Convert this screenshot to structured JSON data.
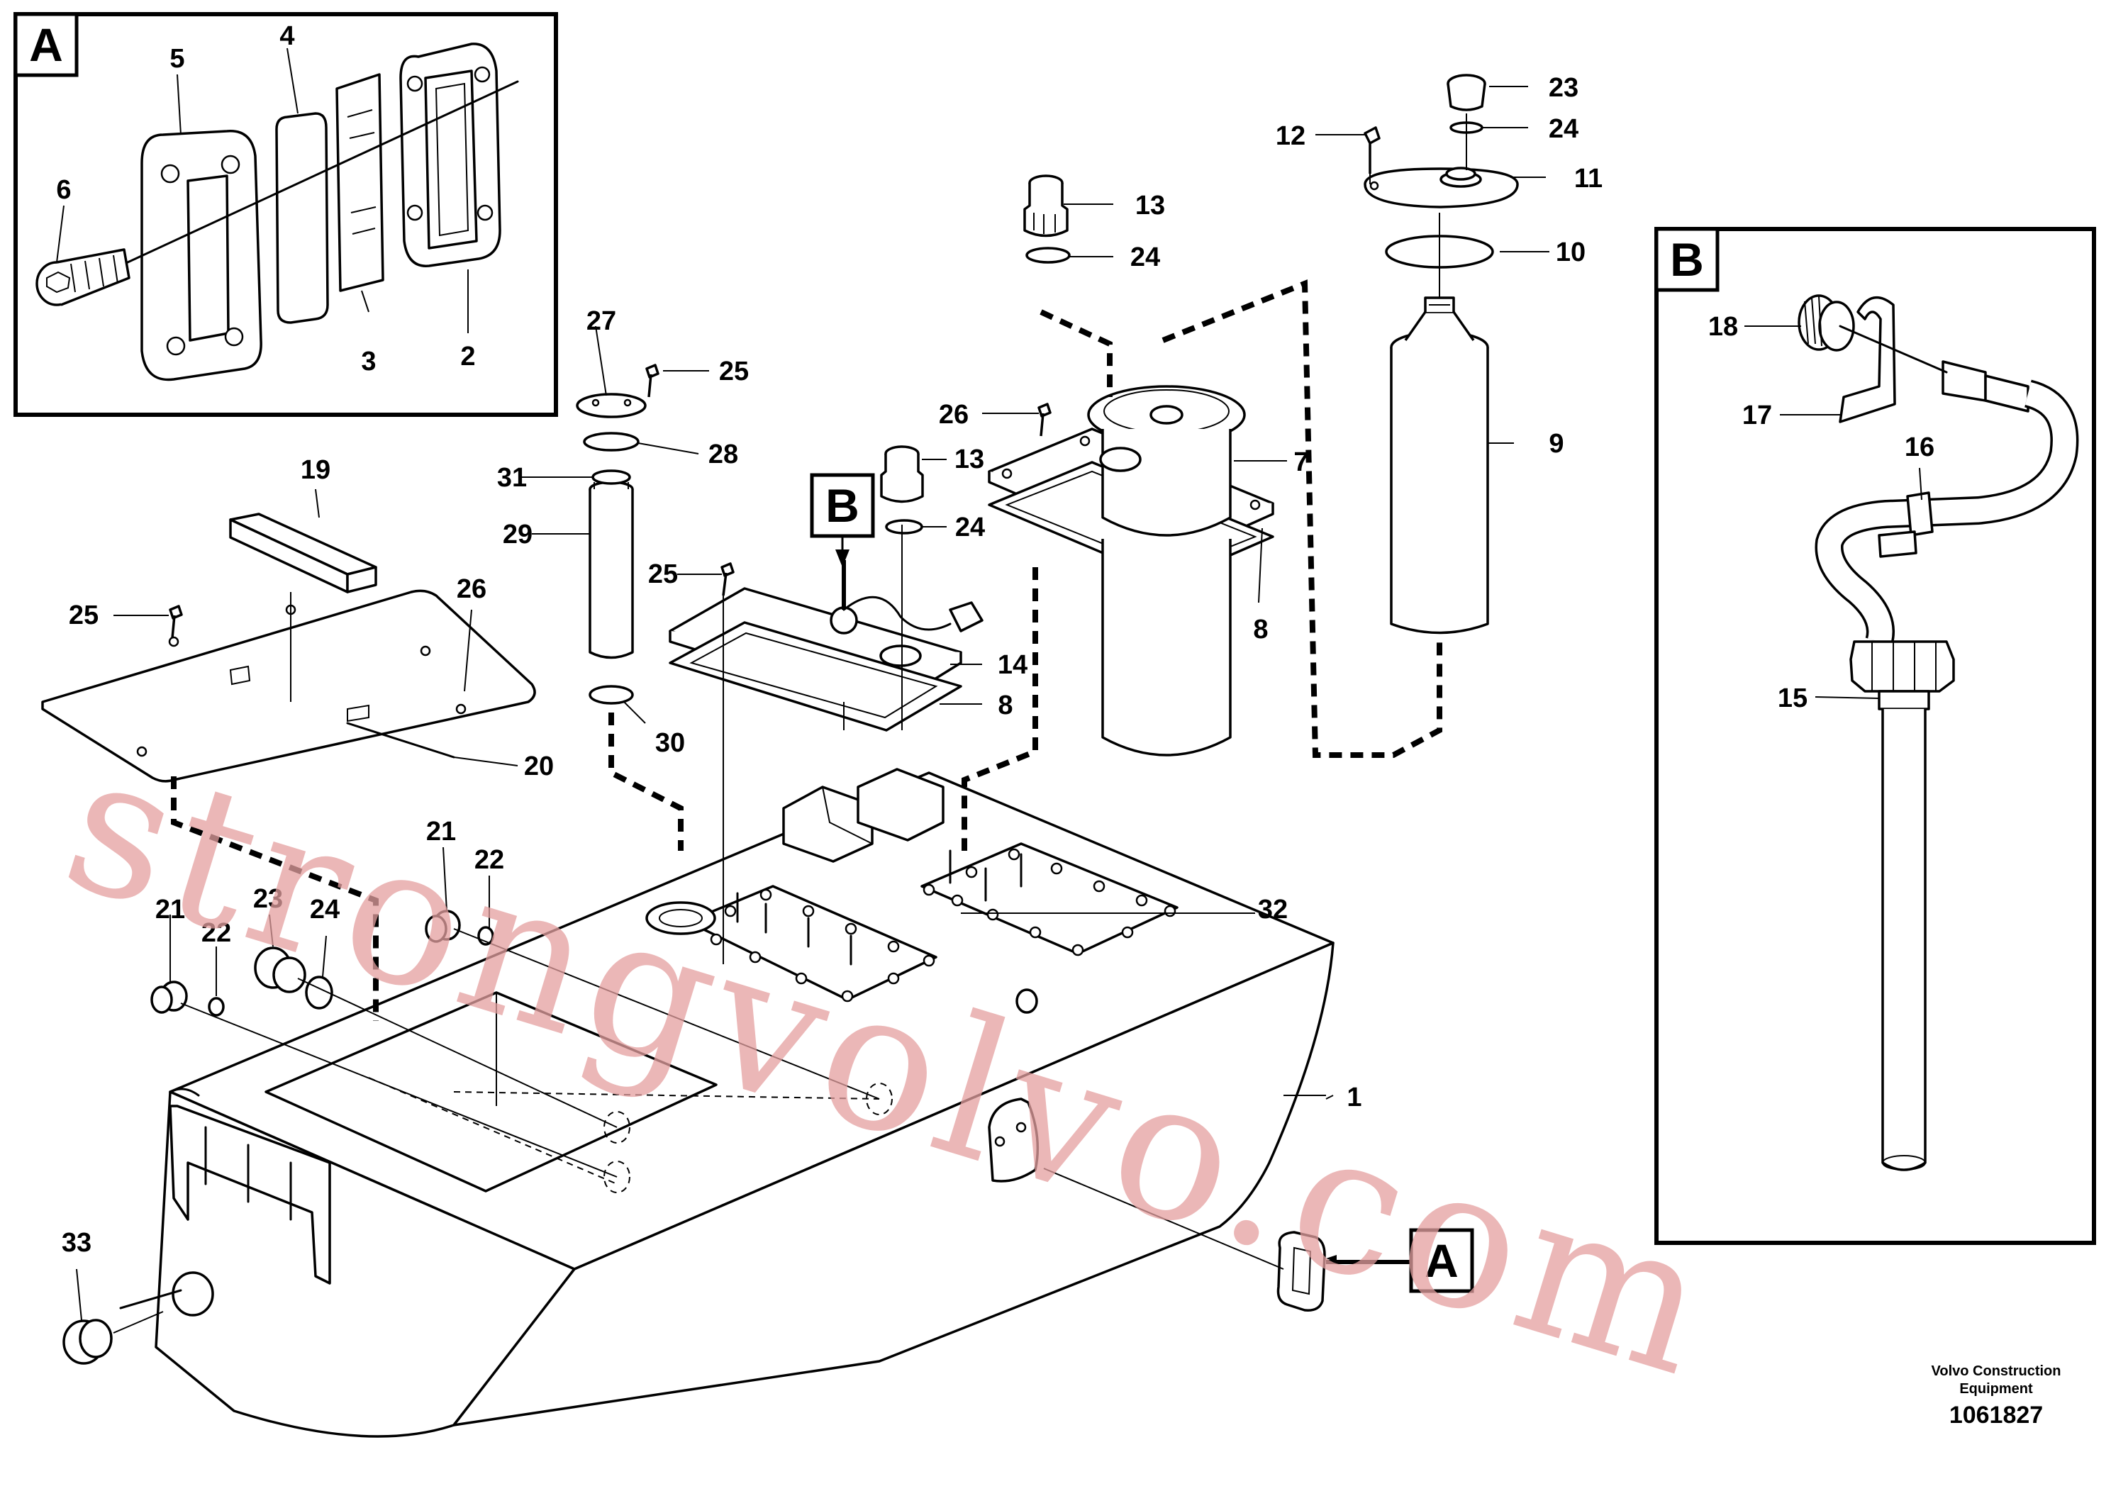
{
  "inset_a": {
    "label": "A"
  },
  "inset_b": {
    "label": "B"
  },
  "marker_b": {
    "label": "B"
  },
  "marker_a": {
    "label": "A"
  },
  "callouts": {
    "c1": "1",
    "c2": "2",
    "c3": "3",
    "c4": "4",
    "c5": "5",
    "c6": "6",
    "c7": "7",
    "c8a": "8",
    "c8b": "8",
    "c9": "9",
    "c10": "10",
    "c11": "11",
    "c12": "12",
    "c13a": "13",
    "c13b": "13",
    "c14": "14",
    "c15": "15",
    "c16": "16",
    "c17": "17",
    "c18": "18",
    "c19": "19",
    "c20": "20",
    "c21a": "21",
    "c21b": "21",
    "c22a": "22",
    "c22b": "22",
    "c23a": "23",
    "c23b": "23",
    "c24a": "24",
    "c24b": "24",
    "c24c": "24",
    "c24d": "24",
    "c25a": "25",
    "c25b": "25",
    "c25c": "25",
    "c26a": "26",
    "c26b": "26",
    "c27": "27",
    "c28": "28",
    "c29": "29",
    "c30": "30",
    "c31": "31",
    "c32": "32",
    "c33": "33"
  },
  "footer": {
    "company_line1": "Volvo Construction",
    "company_line2": "Equipment",
    "drawing_number": "1061827"
  },
  "watermark": {
    "text": "strongvolvo.com"
  }
}
